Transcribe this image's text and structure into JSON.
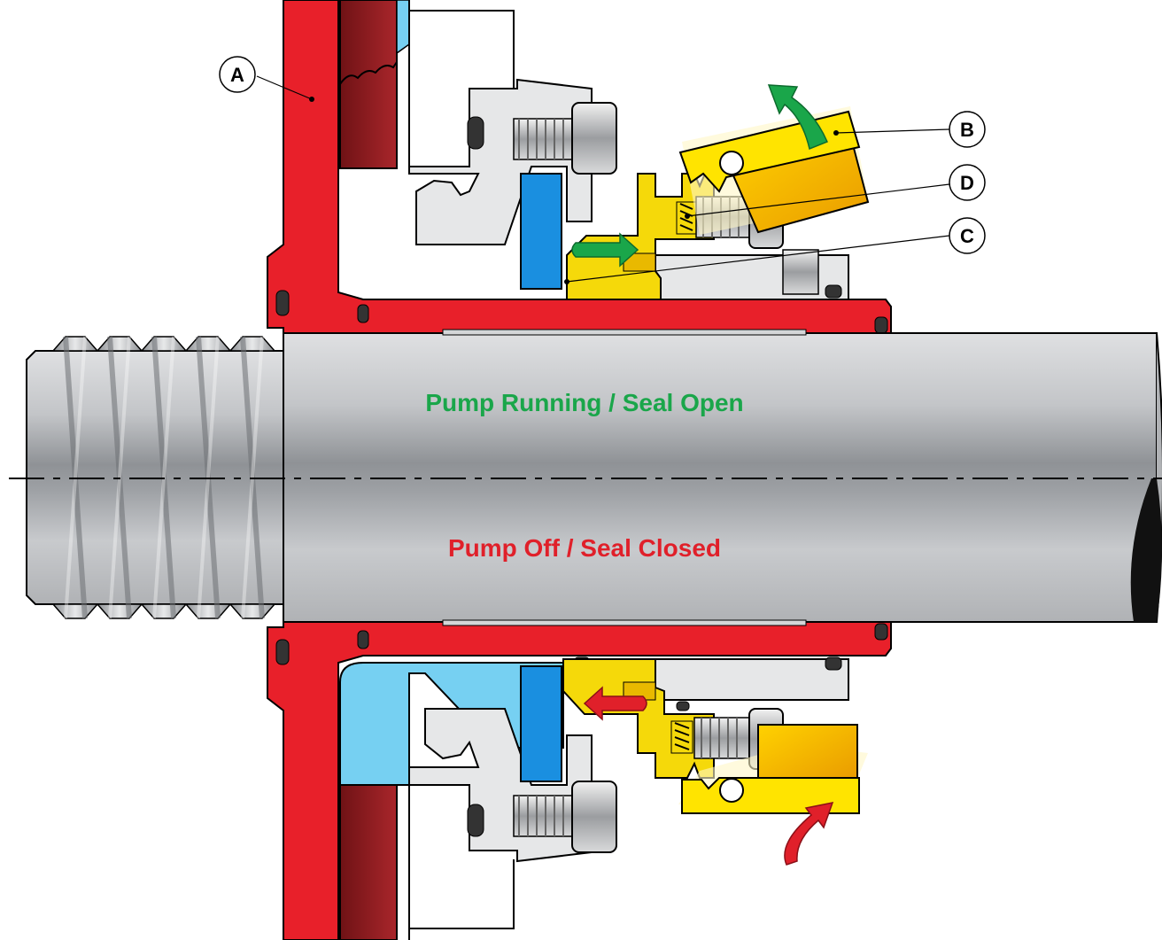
{
  "labels": {
    "running": "Pump Running / Seal Open",
    "off": "Pump Off / Seal Closed"
  },
  "callouts": {
    "a": "A",
    "b": "B",
    "c": "C",
    "d": "D"
  },
  "colors": {
    "running_text": "#1aa64a",
    "off_text": "#e0202a",
    "housing_red": "#e8202a",
    "housing_dark": "#8b1a1e",
    "fluid_blue": "#76d0f2",
    "seal_blue": "#1a8fe0",
    "sleeve_yellow": "#f5d90a",
    "lever_yellow": "#ffe400",
    "weight_gold": "#f0b400",
    "green_arrow": "#1aa64a",
    "red_arrow": "#e0202a",
    "shaft_gray": "#b5b7ba",
    "part_gray": "#e6e7e8"
  }
}
